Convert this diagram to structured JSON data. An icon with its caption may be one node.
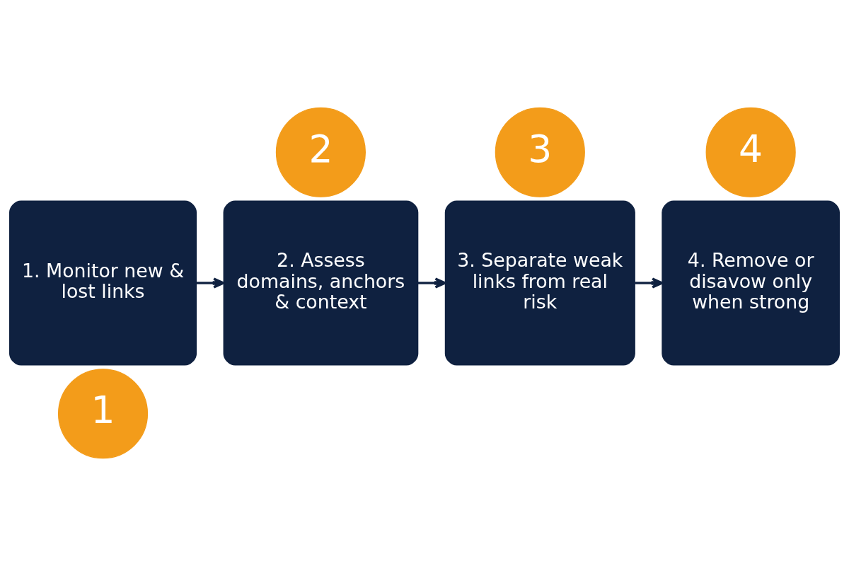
{
  "diagram": {
    "nodes": [
      {
        "text": [
          "1"
        ]
      },
      {
        "text": [
          "1. Monitor new & lost links"
        ]
      },
      {
        "text": [
          "2"
        ]
      },
      {
        "text": [
          "2. Assess domains, anchors & context"
        ]
      },
      {
        "text": [
          "3"
        ]
      },
      {
        "text": [
          "3. Separate weak links from real risk"
        ]
      },
      {
        "text": [
          "4"
        ]
      },
      {
        "text": [
          "4. Remove or disavow only when strong"
        ]
      }
    ],
    "edges": [
      {
        "from": 1,
        "to": 3,
        "arrow": "to"
      },
      {
        "from": 3,
        "to": 5,
        "arrow": "to"
      },
      {
        "from": 5,
        "to": 7,
        "arrow": "to"
      }
    ]
  }
}
